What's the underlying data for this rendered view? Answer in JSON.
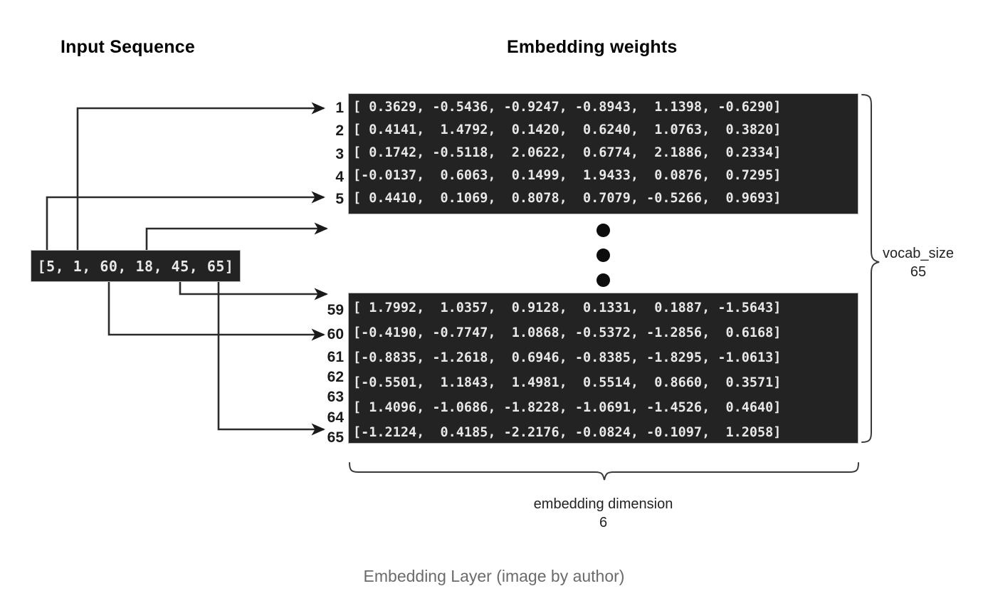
{
  "headings": {
    "input": "Input Sequence",
    "weights": "Embedding weights"
  },
  "input_sequence": {
    "text": "[5, 1, 60, 18, 45, 65]",
    "tokens": [
      5,
      1,
      60,
      18,
      45,
      65
    ]
  },
  "matrix_top": {
    "row_labels": [
      "1",
      "2",
      "3",
      "4",
      "5"
    ],
    "rows": [
      "[ 0.3629, -0.5436, -0.9247, -0.8943,  1.1398, -0.6290]",
      "[ 0.4141,  1.4792,  0.1420,  0.6240,  1.0763,  0.3820]",
      "[ 0.1742, -0.5118,  2.0622,  0.6774,  2.1886,  0.2334]",
      "[-0.0137,  0.6063,  0.1499,  1.9433,  0.0876,  0.7295]",
      "[ 0.4410,  0.1069,  0.8078,  0.7079, -0.5266,  0.9693]"
    ],
    "values": [
      [
        0.3629,
        -0.5436,
        -0.9247,
        -0.8943,
        1.1398,
        -0.629
      ],
      [
        0.4141,
        1.4792,
        0.142,
        0.624,
        1.0763,
        0.382
      ],
      [
        0.1742,
        -0.5118,
        2.0622,
        0.6774,
        2.1886,
        0.2334
      ],
      [
        -0.0137,
        0.6063,
        0.1499,
        1.9433,
        0.0876,
        0.7295
      ],
      [
        0.441,
        0.1069,
        0.8078,
        0.7079,
        -0.5266,
        0.9693
      ]
    ]
  },
  "matrix_bottom": {
    "row_labels": [
      "59",
      "60",
      "61",
      "62",
      "63",
      "64",
      "65"
    ],
    "rows": [
      "[ 1.7992,  1.0357,  0.9128,  0.1331,  0.1887, -1.5643]",
      "[-0.4190, -0.7747,  1.0868, -0.5372, -1.2856,  0.6168]",
      "[-0.8835, -1.2618,  0.6946, -0.8385, -1.8295, -1.0613]",
      "[-0.5501,  1.1843,  1.4981,  0.5514,  0.8660,  0.3571]",
      "[ 1.4096, -1.0686, -1.8228, -1.0691, -1.4526,  0.4640]",
      "[-1.2124,  0.4185, -2.2176, -0.0824, -0.1097,  1.2058]"
    ],
    "values": [
      [
        1.7992,
        1.0357,
        0.9128,
        0.1331,
        0.1887,
        -1.5643
      ],
      [
        -0.419,
        -0.7747,
        1.0868,
        -0.5372,
        -1.2856,
        0.6168
      ],
      [
        -0.8835,
        -1.2618,
        0.6946,
        -0.8385,
        -1.8295,
        -1.0613
      ],
      [
        -0.5501,
        1.1843,
        1.4981,
        0.5514,
        0.866,
        0.3571
      ],
      [
        1.4096,
        -1.0686,
        -1.8228,
        -1.0691,
        -1.4526,
        0.464
      ],
      [
        -1.2124,
        0.4185,
        -2.2176,
        -0.0824,
        -0.1097,
        1.2058
      ]
    ]
  },
  "ellipsis": "three-vertical-dots",
  "braces": {
    "vocab": {
      "label": "vocab_size",
      "value": "65"
    },
    "embedding": {
      "label": "embedding dimension",
      "value": "6"
    }
  },
  "caption": "Embedding Layer (image by author)",
  "colors": {
    "matrix_background": "#232323",
    "matrix_text": "#e8e8e8",
    "matrix_border": "#b9b9b9",
    "line": "#2b2b2b",
    "caption_text": "#6b6b6b",
    "page_background": "#ffffff"
  }
}
